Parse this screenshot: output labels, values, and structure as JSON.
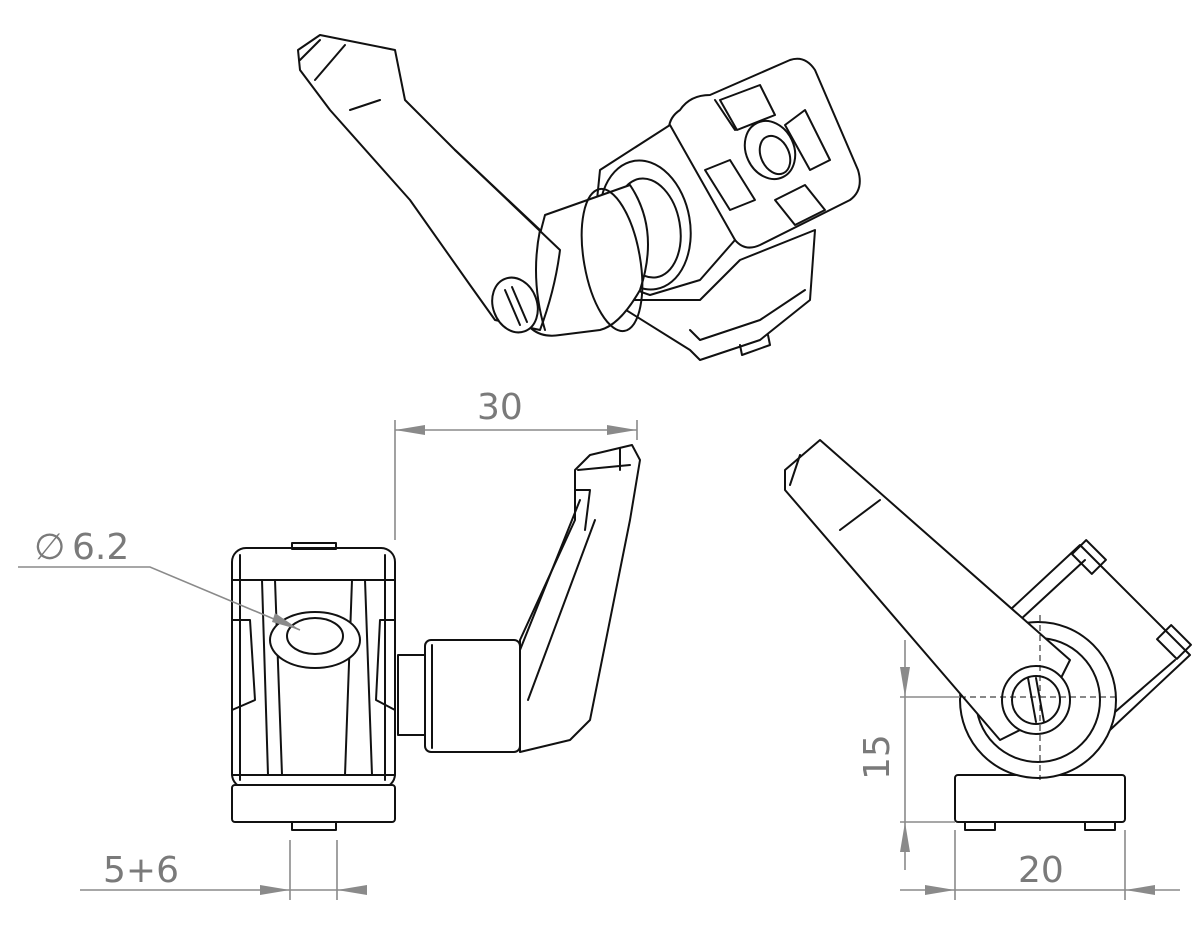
{
  "drawing": {
    "views": [
      "isometric-view",
      "front-view",
      "side-view"
    ],
    "dimensions": {
      "width_top": "30",
      "hole_diameter_symbol": "∅",
      "hole_diameter": "6.2",
      "slot": "5+6",
      "height": "15",
      "width_right": "20"
    },
    "dimension_color": "#8a8a8a",
    "line_color": "#111111"
  }
}
